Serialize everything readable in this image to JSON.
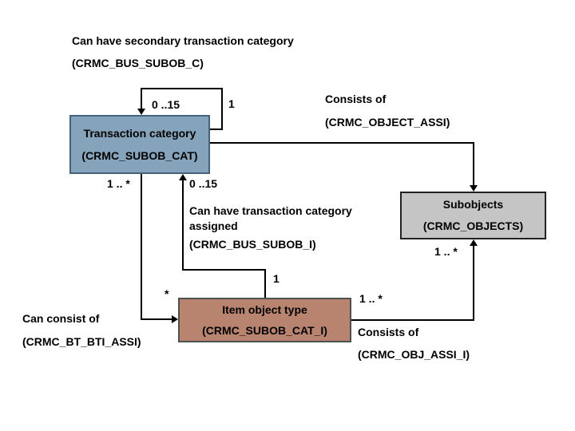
{
  "boxes": {
    "transaction_category": {
      "name": "Transaction category",
      "table": "(CRMC_SUBOB_CAT)"
    },
    "subobjects": {
      "name": "Subobjects",
      "table": "(CRMC_OBJECTS)"
    },
    "item_object_type": {
      "name": "Item object type",
      "table": "(CRMC_SUBOB_CAT_I)"
    }
  },
  "relations": {
    "secondary_loop": {
      "label": "Can have secondary transaction category",
      "table": "(CRMC_BUS_SUBOB_C)",
      "mult_target": "0 ..15",
      "mult_source": "1"
    },
    "consists_of_top": {
      "label": "Consists of",
      "table": "(CRMC_OBJECT_ASSI)"
    },
    "can_have_assigned": {
      "mult_target": "0 ..15",
      "label": "Can have transaction category assigned",
      "table": "(CRMC_BUS_SUBOB_I)",
      "mult_source": "1"
    },
    "can_consist_of": {
      "mult_source": "1 .. *",
      "mult_target": "*",
      "label": "Can consist of",
      "table": "(CRMC_BT_BTI_ASSI)"
    },
    "consists_of_bottom": {
      "mult_source": "1 .. *",
      "mult_target": "1 .. *",
      "label": "Consists of",
      "table": "(CRMC_OBJ_ASSI_I)"
    }
  },
  "colors": {
    "transaction_category_fill": "#85a3bb",
    "subobjects_fill": "#c5c5c5",
    "item_object_type_fill": "#b8836f",
    "line": "#000000"
  }
}
